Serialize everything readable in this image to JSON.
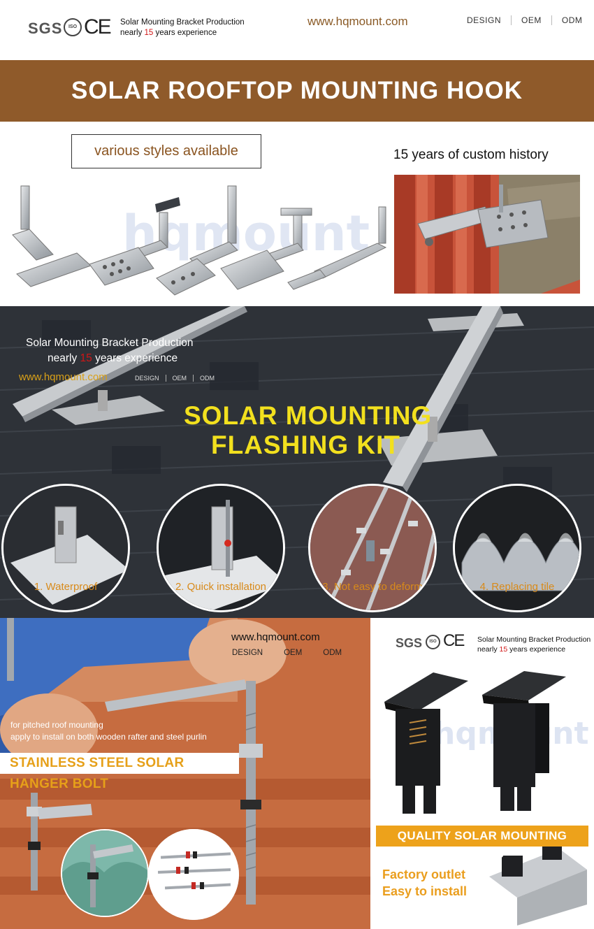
{
  "header": {
    "sgs": "SGS",
    "iso": "ISO",
    "ce": "CE",
    "tagline_line1": "Solar Mounting Bracket Production",
    "tagline_line2_pre": "nearly ",
    "tagline_years": "15",
    "tagline_line2_post": " years experience",
    "website": "www.hqmount.com",
    "nav": [
      "DESIGN",
      "OEM",
      "ODM"
    ]
  },
  "banner": {
    "title": "SOLAR ROOFTOP MOUNTING HOOK"
  },
  "hooks": {
    "styles_label": "various styles available",
    "history_label": "15 years of custom history",
    "watermark": "hqmount"
  },
  "flashing": {
    "line1": "Solar Mounting Bracket Production",
    "line2_pre": "nearly ",
    "line2_years": "15",
    "line2_post": " years experience",
    "website": "www.hqmount.com",
    "nav": [
      "DESIGN",
      "OEM",
      "ODM"
    ],
    "title_line1": "SOLAR MOUNTING",
    "title_line2": "FLASHING KIT",
    "features": [
      "1. Waterproof",
      "2. Quick installation",
      "3. Not easy to deform",
      "4. Replacing tile"
    ]
  },
  "bolt": {
    "website": "www.hqmount.com",
    "nav": [
      "DESIGN",
      "OEM",
      "ODM"
    ],
    "desc_line1": "for pitched roof mounting",
    "desc_line2": "apply to install on both wooden rafter and steel purlin",
    "title": "STAINLESS STEEL SOLAR HANGER BOLT"
  },
  "clamp": {
    "sgs": "SGS",
    "iso": "ISO",
    "ce": "CE",
    "tagline_line1": "Solar Mounting Bracket Production",
    "tagline_line2_pre": "nearly ",
    "tagline_years": "15",
    "tagline_line2_post": " years experience",
    "title": "QUALITY SOLAR MOUNTING CLAMP",
    "feature1": "Factory outlet",
    "feature2": "Easy to install",
    "watermark": "hqmount"
  },
  "colors": {
    "banner_brown": "#8f5a2a",
    "accent_orange": "#eda21b",
    "flashing_yellow": "#f2e01e",
    "highlight_red": "#d01616"
  }
}
